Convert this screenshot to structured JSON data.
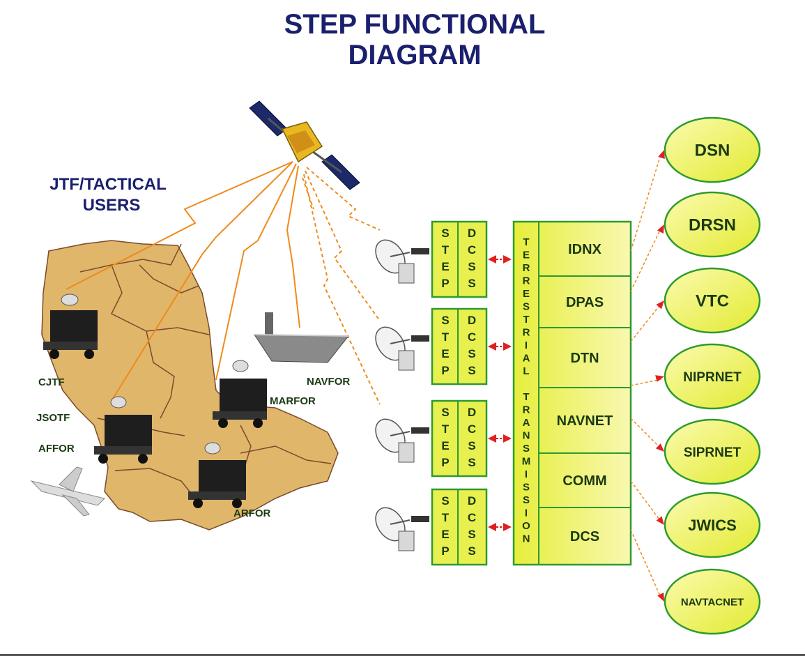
{
  "title": {
    "line1": "STEP FUNCTIONAL",
    "line2": "DIAGRAM"
  },
  "users_label": {
    "line1": "JTF/TACTICAL",
    "line2": "USERS"
  },
  "force_labels": [
    "CJTF",
    "JSOTF",
    "AFFOR",
    "MARFOR",
    "NAVFOR",
    "ARFOR"
  ],
  "step_boxes": [
    {
      "left": [
        "S",
        "T",
        "E",
        "P"
      ],
      "right": [
        "D",
        "C",
        "S",
        "S"
      ]
    },
    {
      "left": [
        "S",
        "T",
        "E",
        "P"
      ],
      "right": [
        "D",
        "C",
        "S",
        "S"
      ]
    },
    {
      "left": [
        "S",
        "T",
        "E",
        "P"
      ],
      "right": [
        "D",
        "C",
        "S",
        "S"
      ]
    },
    {
      "left": [
        "S",
        "T",
        "E",
        "P"
      ],
      "right": [
        "D",
        "C",
        "S",
        "S"
      ]
    }
  ],
  "terrestrial_label": [
    "T",
    "E",
    "R",
    "R",
    "E",
    "S",
    "T",
    "R",
    "I",
    "A",
    "L",
    "",
    "T",
    "R",
    "A",
    "N",
    "S",
    "M",
    "I",
    "S",
    "S",
    "I",
    "O",
    "N"
  ],
  "services": [
    "IDNX",
    "DPAS",
    "DTN",
    "NAVNET",
    "COMM",
    "DCS"
  ],
  "networks": [
    "DSN",
    "DRSN",
    "VTC",
    "NIPRNET",
    "SIPRNET",
    "JWICS",
    "NAVTACNET"
  ],
  "colors": {
    "title": "#1a1f6e",
    "box_fill": "#e8f050",
    "box_border": "#2e9a2e",
    "land": "#e0b66a",
    "link": "#f08a1a",
    "arrow": "#e02020"
  }
}
